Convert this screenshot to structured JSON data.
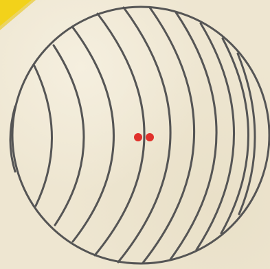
{
  "figure": {
    "description_type": "sphere-with-concentric-meridian-arcs",
    "colors": {
      "paper": "#eee6d1",
      "ink": "#555555",
      "dots": "#e0312b",
      "corner_tab": "#f2d21a"
    },
    "arc_count": 11,
    "dot_count": 2
  }
}
